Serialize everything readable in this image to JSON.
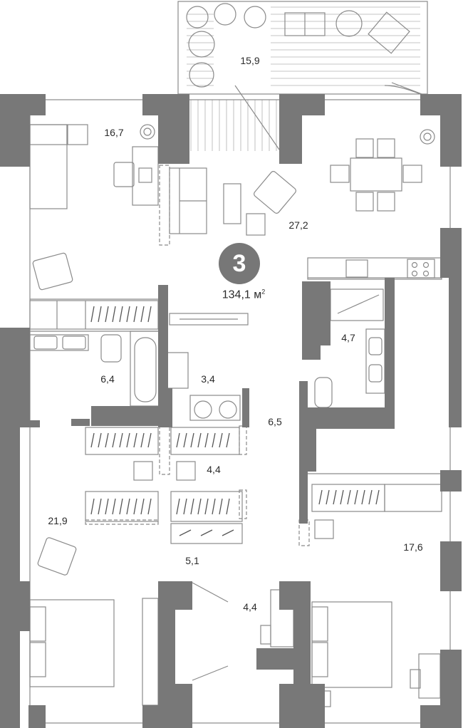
{
  "plan": {
    "room_count": "3",
    "total_area": "134,1",
    "area_unit": "м",
    "area_unit_power": "2",
    "rooms": [
      {
        "id": "terrace",
        "area": "15,9"
      },
      {
        "id": "bedroom-1",
        "area": "16,7"
      },
      {
        "id": "living-kitchen",
        "area": "27,2"
      },
      {
        "id": "bathroom-2",
        "area": "4,7"
      },
      {
        "id": "bathroom-1",
        "area": "6,4"
      },
      {
        "id": "laundry",
        "area": "3,4"
      },
      {
        "id": "hall",
        "area": "6,5"
      },
      {
        "id": "wardrobe",
        "area": "4,4"
      },
      {
        "id": "master-bedroom",
        "area": "21,9"
      },
      {
        "id": "bedroom-2",
        "area": "17,6"
      },
      {
        "id": "corridor",
        "area": "5,1"
      },
      {
        "id": "closet",
        "area": "4,4"
      }
    ],
    "colors": {
      "wall": "#787878",
      "line": "#8a8a8a",
      "badge": "#777777"
    }
  }
}
